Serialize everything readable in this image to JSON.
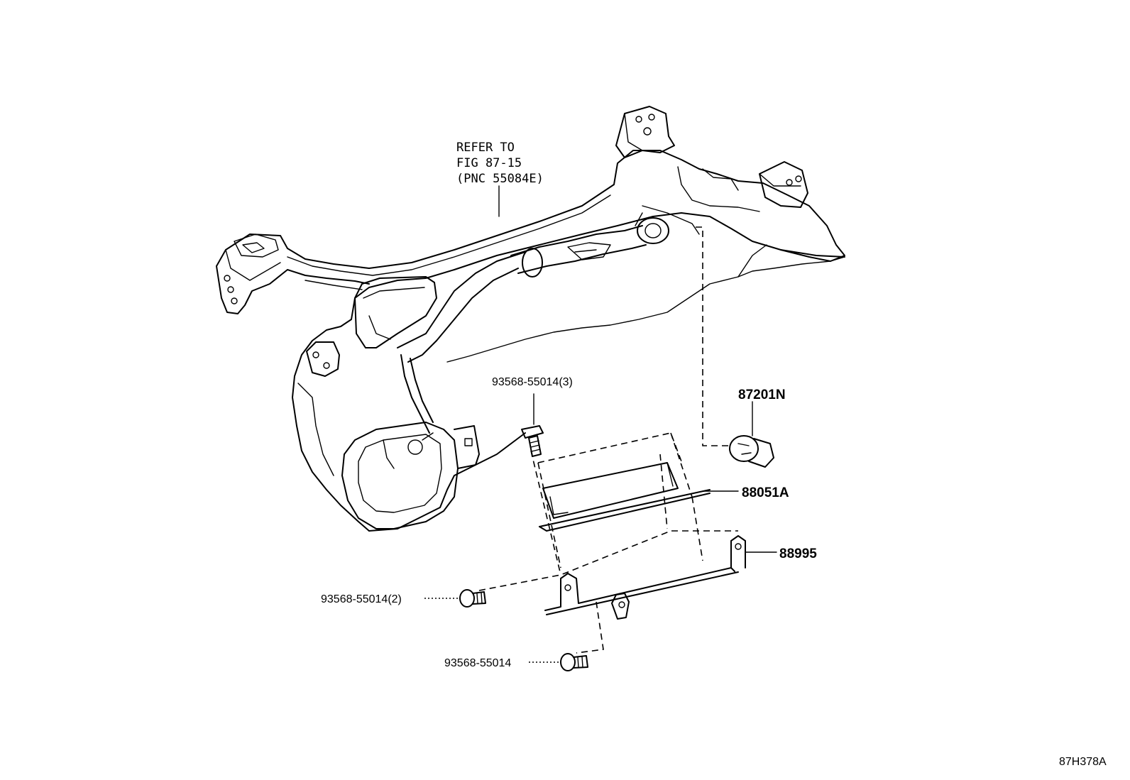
{
  "refer_note": {
    "line1": "REFER TO",
    "line2": "FIG 87-15",
    "line3": "(PNC 55084E)"
  },
  "parts": {
    "bolt_top": "93568-55014(3)",
    "clip": "87201N",
    "ecu_module": "88051A",
    "bracket": "88995",
    "bolt_left": "93568-55014(2)",
    "bolt_bottom": "93568-55014"
  },
  "figure_code": "87H378A"
}
